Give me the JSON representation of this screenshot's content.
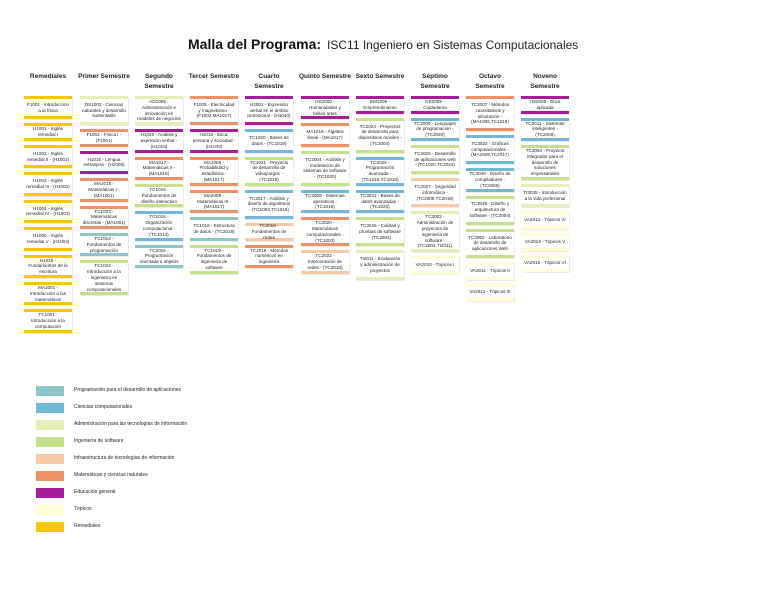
{
  "title": {
    "bold": "Malla del Programa:",
    "light": "ISC11 Ingeniero en Sistemas Computacionales"
  },
  "colors": {
    "prog": "#8ec5c9",
    "cienc": "#71b7d9",
    "admin": "#e3efb4",
    "sw": "#c3e08a",
    "infra": "#f7c9a6",
    "mat": "#ee9266",
    "edu": "#a61d95",
    "top": "#ffffd3",
    "rem": "#f7c800"
  },
  "columns": [
    {
      "header": "Remediales",
      "cards": [
        {
          "text": "F1001 - Introducción a la física",
          "cat": "rem"
        },
        {
          "text": "H1001 - Inglés remedial I",
          "cat": "rem"
        },
        {
          "text": "H1002 - Inglés remedial II - (H1001)",
          "cat": "rem"
        },
        {
          "text": "H1003 - Inglés remedial III - (H1002)",
          "cat": "rem"
        },
        {
          "text": "H1004 - Inglés remedial IV - (H1003)",
          "cat": "rem"
        },
        {
          "text": "H1005 - Inglés remedial V - (H1004)",
          "cat": "rem"
        },
        {
          "text": "H1015 - Fundamentos de la escritura",
          "cat": "rem"
        },
        {
          "text": "MA1001 - Introducción a las matemáticas",
          "cat": "rem"
        },
        {
          "text": "TC1001 - Introducción a la computación",
          "cat": "rem"
        }
      ]
    },
    {
      "header": "Primer Semestre",
      "cards": [
        {
          "text": "DS1003 - Ciencias naturales y desarrollo sustentable",
          "cat": "admin"
        },
        {
          "text": "F1002 - Física I - (F1001)",
          "cat": "mat"
        },
        {
          "text": "H1016 - Lengua extranjera - (H1005)",
          "cat": "edu"
        },
        {
          "text": "MA1015 - Matemáticas I - (MA1001)",
          "cat": "mat"
        },
        {
          "text": "TC1003 - Matemáticas discretas - (MA1001)",
          "cat": "mat"
        },
        {
          "text": "TC1014 - Fundamentos de programación",
          "cat": "prog"
        },
        {
          "text": "TC1023 - Introducción a la ingeniería en sistemas computacionales",
          "cat": "sw"
        }
      ]
    },
    {
      "header": "Segundo Semestre",
      "cards": [
        {
          "text": "AD1005 - Administración e innovación en modelos de negocios",
          "cat": "admin"
        },
        {
          "text": "H1040 - Análisis y expresión verbal - (H1015)",
          "cat": "edu"
        },
        {
          "text": "MA1017 - Matemáticas II - (MA1015)",
          "cat": "mat"
        },
        {
          "text": "TC1015 - Fundamentos de diseño interactivo",
          "cat": "sw"
        },
        {
          "text": "TC1016 - Organización computacional - (TC1014)",
          "cat": "cienc"
        },
        {
          "text": "TC2016 - Programación orientada a objetos",
          "cat": "prog"
        }
      ]
    },
    {
      "header": "Tercer Semestre",
      "cards": [
        {
          "text": "F1005 - Electricidad y magnetismo - (F1002,MA1017)",
          "cat": "mat"
        },
        {
          "text": "H1018 - Ética, persona y sociedad - (H1040)",
          "cat": "edu"
        },
        {
          "text": "MA1006 - Probabilidad y estadística - (MA1017)",
          "cat": "mat"
        },
        {
          "text": "MA2009 - Matemáticas III - (MA1017)",
          "cat": "mat"
        },
        {
          "text": "TC1018 - Estructura de datos - (TC2016)",
          "cat": "prog"
        },
        {
          "text": "TC1019 - Fundamentos de ingeniería de software",
          "cat": "sw"
        }
      ]
    },
    {
      "header": "Cuarto Semestre",
      "cards": [
        {
          "text": "H2001 - Expresión verbal en el ámbito profesional - (H1040)",
          "cat": "edu"
        },
        {
          "text": "TC1020 - Bases de datos - (TC1019)",
          "cat": "cienc"
        },
        {
          "text": "TC1021 - Proyecto de desarrollo de videojuegos - (TC1018)",
          "cat": "sw"
        },
        {
          "text": "TC2017 - Análisis y diseño de algoritmos - (TC1003,TC1018)",
          "cat": "cienc"
        },
        {
          "text": "TC2018 - Fundamentos de redes",
          "cat": "infra"
        },
        {
          "text": "TC2019 - Métodos numéricos en ingeniería",
          "cat": "mat"
        }
      ]
    },
    {
      "header": "Quinto Semestre",
      "cards": [
        {
          "text": "HS2000 - Humanidades y bellas artes",
          "cat": "edu"
        },
        {
          "text": "MA1019 - Álgebra lineal - (MA1017)",
          "cat": "mat"
        },
        {
          "text": "TC2004 - Análisis y modelación de sistemas de software - (TC1020)",
          "cat": "sw"
        },
        {
          "text": "TC2009 - Sistemas operativos - (TC1016)",
          "cat": "cienc"
        },
        {
          "text": "TC2020 - Matemáticas computacionales - (TC1003)",
          "cat": "mat"
        },
        {
          "text": "TC2022 - Interconexión de redes - (TC2018)",
          "cat": "infra"
        }
      ]
    },
    {
      "header": "Sexto Semestre",
      "cards": [
        {
          "text": "EM1005 - Emprendimiento",
          "cat": "edu"
        },
        {
          "text": "TC2024 - Proyectos de desarrollo para dispositivos móviles - (TC2004)",
          "cat": "sw"
        },
        {
          "text": "TC2025 - Programación avanzada - (TC1016,TC1018)",
          "cat": "cienc"
        },
        {
          "text": "TC3041 - Bases de datos avanzadas - (TC1020)",
          "cat": "cienc"
        },
        {
          "text": "TC3045 - Calidad y pruebas de software - (TC2004)",
          "cat": "sw"
        },
        {
          "text": "TI2011 - Evaluación y administración de proyectos",
          "cat": "admin"
        }
      ]
    },
    {
      "header": "Séptimo Semestre",
      "cards": [
        {
          "text": "HS2005 - Ciudadanía",
          "cat": "edu"
        },
        {
          "text": "TC2006 - Lenguajes de programación - (TC2020)",
          "cat": "cienc"
        },
        {
          "text": "TC2026 - Desarrollo de aplicaciones web - (TC1020,TC2022)",
          "cat": "sw"
        },
        {
          "text": "TC2027 - Seguridad informática - (TC2009,TC2018)",
          "cat": "infra"
        },
        {
          "text": "TC3002 - Administración de proyectos de ingeniería de software - (TC2004,TI2011)",
          "cat": "admin"
        },
        {
          "text": "VA2010 - Tópicos I",
          "cat": "top"
        }
      ]
    },
    {
      "header": "Octavo Semestre",
      "cards": [
        {
          "text": "TC2007 - Métodos cuantitativos y simulación - (MA1006,TC1018)",
          "cat": "mat"
        },
        {
          "text": "TC3022 - Gráficas computacionales - (MA2009,TC2017)",
          "cat": "cienc"
        },
        {
          "text": "TC3048 - Diseño de compiladores - (TC2006)",
          "cat": "cienc"
        },
        {
          "text": "TC3049 - Diseño y arquitectura de software - (TC2004)",
          "cat": "sw"
        },
        {
          "text": "TC3052 - Laboratorio de desarrollo de aplicaciones Web",
          "cat": "sw"
        },
        {
          "text": "VA2011 - Tópicos II",
          "cat": "top"
        },
        {
          "text": "VA2012 - Tópicos III",
          "cat": "top"
        }
      ]
    },
    {
      "header": "Noveno Semestre",
      "cards": [
        {
          "text": "HS2006 - Ética aplicada",
          "cat": "edu"
        },
        {
          "text": "TC2011 - Sistemas inteligentes - (TC2006)",
          "cat": "cienc"
        },
        {
          "text": "TC3054 - Proyecto integrador para el desarrollo de soluciones empresariales",
          "cat": "sw"
        },
        {
          "text": "TI3035 - Introducción a la vida profesional",
          "cat": "admin"
        },
        {
          "text": "VA2013 - Tópicos IV",
          "cat": "top"
        },
        {
          "text": "VA2014 - Tópicos V",
          "cat": "top"
        },
        {
          "text": "VA2015 - Tópicos VI",
          "cat": "top"
        }
      ]
    }
  ],
  "legend": [
    {
      "label": "Programación para el desarrollo de aplicaciones",
      "cat": "prog"
    },
    {
      "label": "Ciencias computacionales",
      "cat": "cienc"
    },
    {
      "label": "Administración para las tecnologías de información",
      "cat": "admin"
    },
    {
      "label": "Ingeniería de software",
      "cat": "sw"
    },
    {
      "label": "Infraestructura de tecnologías de información",
      "cat": "infra"
    },
    {
      "label": "Matemáticas y ciencias naturales",
      "cat": "mat"
    },
    {
      "label": "Educación general",
      "cat": "edu"
    },
    {
      "label": "Tópicos",
      "cat": "top"
    },
    {
      "label": "Remediales",
      "cat": "rem"
    }
  ]
}
